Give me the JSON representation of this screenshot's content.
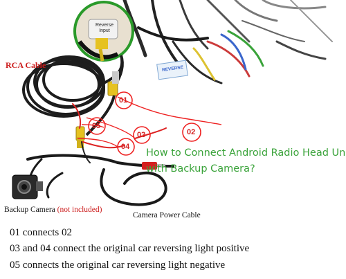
{
  "title_line1": "How to Connect Android Radio Head Unit",
  "title_line2": "with Backup Camera?",
  "labels": {
    "rca_cable": "RCA Cable",
    "reverse_input": "Reverse Input",
    "reverse_tag": "REVERSE",
    "backup_camera": "Backup Camera",
    "not_included": "(not included)",
    "camera_power_cable": "Camera Power Cable"
  },
  "markers": [
    "01",
    "02",
    "03",
    "04",
    "05"
  ],
  "captions": [
    "01 connects 02",
    "03 and 04 connect the original car reversing light positive",
    "05 connects the original car reversing light negative"
  ],
  "colors": {
    "title": "#3aa33a",
    "marker": "#d42020",
    "rca_label": "#cc1a1a",
    "not_included": "#cc1a1a"
  }
}
